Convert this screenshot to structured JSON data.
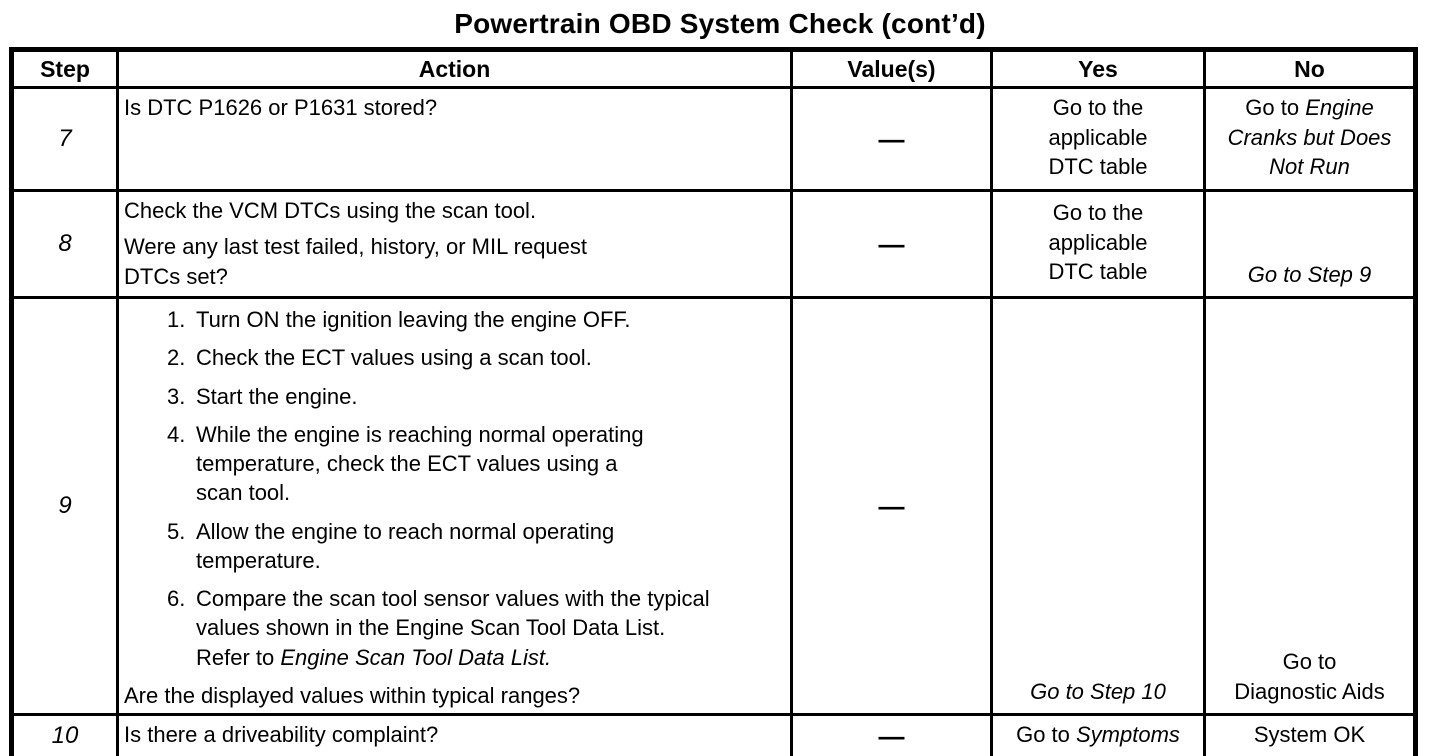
{
  "title": "Powertrain OBD System Check (cont’d)",
  "colors": {
    "ink": "#000000",
    "paper": "#ffffff"
  },
  "table": {
    "columns": [
      "Step",
      "Action",
      "Value(s)",
      "Yes",
      "No"
    ],
    "rows": [
      {
        "step": "7",
        "action": [
          {
            "type": "p",
            "lines": [
              [
                "Is DTC P1626 or P1631 stored?"
              ]
            ]
          }
        ],
        "value": "—",
        "yes": [
          [
            "Go to the"
          ],
          [
            "applicable"
          ],
          [
            "DTC table"
          ]
        ],
        "no": [
          [
            {
              "t": "Go to "
            },
            {
              "t": "Engine",
              "i": true
            }
          ],
          [
            {
              "t": "Cranks but Does",
              "i": true
            }
          ],
          [
            {
              "t": "Not Run",
              "i": true
            }
          ]
        ]
      },
      {
        "step": "8",
        "action": [
          {
            "type": "p",
            "lines": [
              [
                "Check the VCM DTCs using the scan tool."
              ]
            ]
          },
          {
            "type": "p",
            "lines": [
              [
                "Were any last test failed, history, or MIL request"
              ],
              [
                "DTCs set?"
              ]
            ]
          }
        ],
        "value": "—",
        "yes": [
          [
            "Go to the"
          ],
          [
            "applicable"
          ],
          [
            "DTC table"
          ]
        ],
        "no": [
          [
            {
              "t": "Go to Step 9",
              "i": true
            }
          ]
        ]
      },
      {
        "step": "9",
        "action": [
          {
            "type": "li",
            "num": "1.",
            "lines": [
              [
                "Turn ON the ignition leaving the engine OFF."
              ]
            ]
          },
          {
            "type": "li",
            "num": "2.",
            "lines": [
              [
                "Check the ECT values using a scan tool."
              ]
            ]
          },
          {
            "type": "li",
            "num": "3.",
            "lines": [
              [
                "Start the engine."
              ]
            ]
          },
          {
            "type": "li",
            "num": "4.",
            "lines": [
              [
                "While the engine is reaching normal operating"
              ],
              [
                "temperature, check the ECT values using a"
              ],
              [
                "scan tool."
              ]
            ]
          },
          {
            "type": "li",
            "num": "5.",
            "lines": [
              [
                "Allow the engine to reach normal operating"
              ],
              [
                "temperature."
              ]
            ]
          },
          {
            "type": "li",
            "num": "6.",
            "lines": [
              [
                "Compare the scan tool sensor values with the typical"
              ],
              [
                "values shown in the Engine Scan Tool Data List."
              ],
              [
                {
                  "t": "Refer to "
                },
                {
                  "t": "Engine Scan Tool Data List.",
                  "i": true
                }
              ]
            ]
          },
          {
            "type": "p",
            "lines": [
              [
                "Are the displayed values within typical ranges?"
              ]
            ]
          }
        ],
        "value": "—",
        "yes": [
          [
            {
              "t": "Go to Step 10",
              "i": true
            }
          ]
        ],
        "no": [
          [
            "Go to"
          ],
          [
            "Diagnostic Aids"
          ]
        ]
      },
      {
        "step": "10",
        "action": [
          {
            "type": "p",
            "lines": [
              [
                "Is there a driveability complaint?"
              ]
            ]
          }
        ],
        "value": "—",
        "yes": [
          [
            {
              "t": "Go to "
            },
            {
              "t": "Symptoms",
              "i": true
            }
          ]
        ],
        "no": [
          [
            "System OK"
          ]
        ]
      }
    ]
  }
}
